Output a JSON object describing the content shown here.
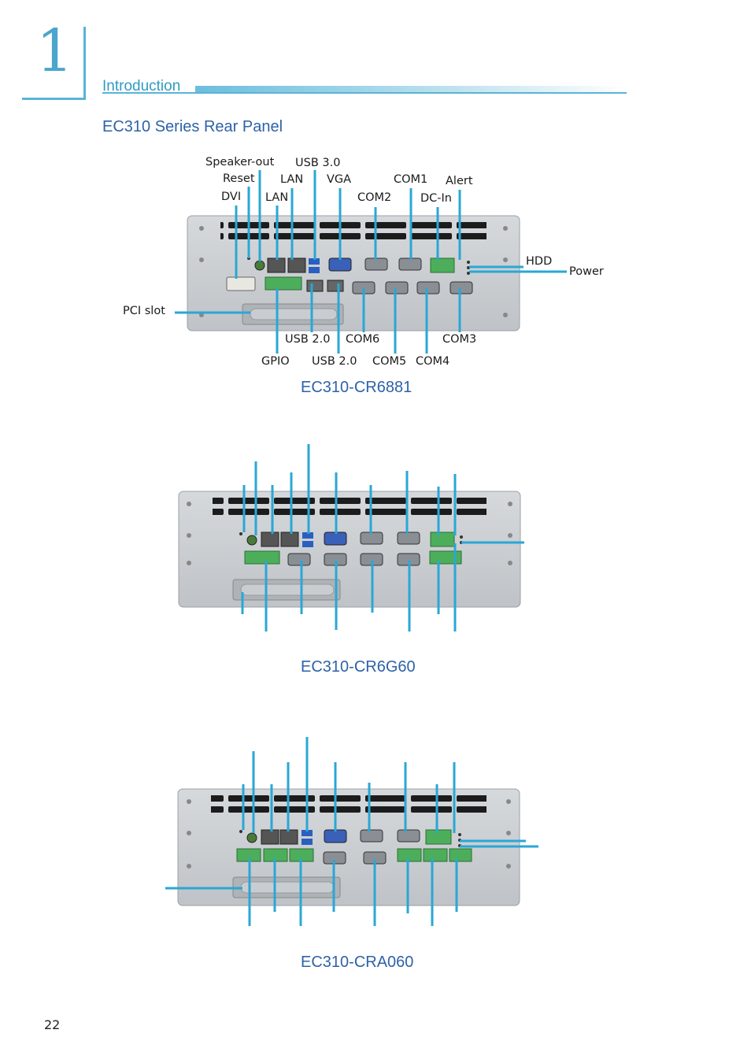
{
  "chapter": {
    "number": "1",
    "section": "Introduction"
  },
  "heading": "EC310 Series Rear Panel",
  "panel1": {
    "caption": "EC310-CR6881",
    "labels": {
      "speaker_out": "Speaker-out",
      "usb30": "USB 3.0",
      "reset": "Reset",
      "lan_top": "LAN",
      "vga": "VGA",
      "com1": "COM1",
      "alert": "Alert",
      "dvi": "DVI",
      "lan_bottom": "LAN",
      "com2": "COM2",
      "dc_in": "DC-In",
      "hdd": "HDD",
      "power": "Power",
      "pci_slot": "PCI slot",
      "usb20_a": "USB 2.0",
      "com6": "COM6",
      "com3": "COM3",
      "gpio": "GPIO",
      "usb20_b": "USB 2.0",
      "com5": "COM5",
      "com4": "COM4"
    }
  },
  "panel2": {
    "caption": "EC310-CR6G60"
  },
  "panel3": {
    "caption": "EC310-CRA060"
  },
  "page_number": "22",
  "colors": {
    "accent": "#2aa7d6",
    "heading": "#2e62a8",
    "chassis": "#c9ccd0"
  }
}
